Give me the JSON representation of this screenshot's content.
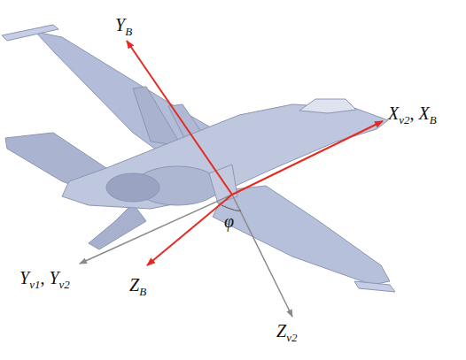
{
  "diagram": {
    "labels": [
      "YB",
      "Xv2, XB",
      "Yv1, Yv2",
      "ZB",
      "Zv2",
      "φ"
    ]
  }
}
